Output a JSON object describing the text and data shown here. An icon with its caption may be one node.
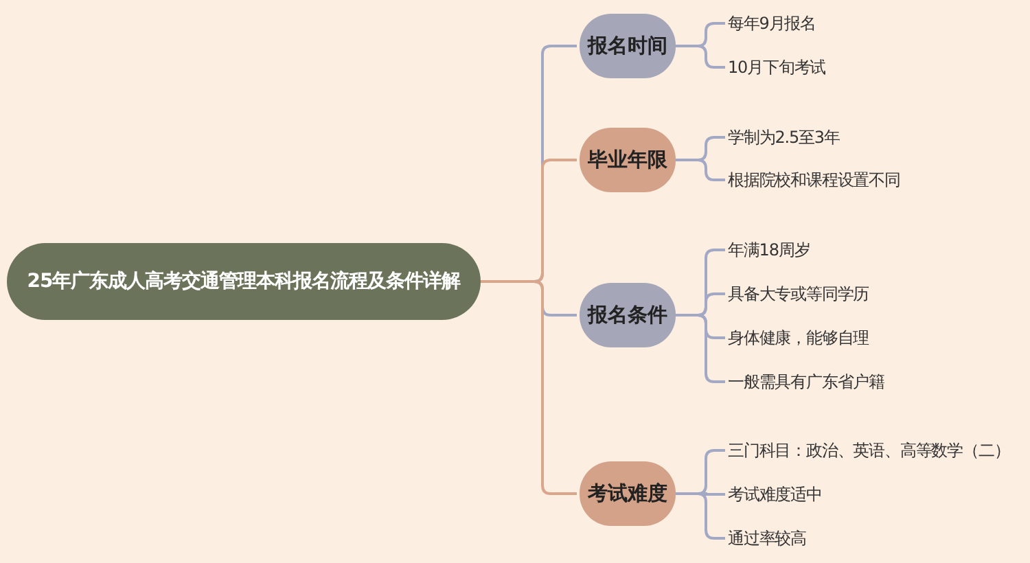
{
  "diagram": {
    "nodes": [
      {
        "text": [
          "25年广东成人高考交通管理本科报名流程及条件详解"
        ]
      },
      {
        "text": [
          "报名时间"
        ]
      },
      {
        "text": [
          "毕业年限"
        ]
      },
      {
        "text": [
          "报名条件"
        ]
      },
      {
        "text": [
          "考试难度"
        ]
      },
      {
        "text": [
          "每年9月报名"
        ]
      },
      {
        "text": [
          "10月下旬考试"
        ]
      },
      {
        "text": [
          "学制为2.5至3年"
        ]
      },
      {
        "text": [
          "根据院校和课程设置不同"
        ]
      },
      {
        "text": [
          "年满18周岁"
        ]
      },
      {
        "text": [
          "具备大专或等同学历"
        ]
      },
      {
        "text": [
          "身体健康，能够自理"
        ]
      },
      {
        "text": [
          "一般需具有广东省户籍"
        ]
      },
      {
        "text": [
          "三门科目：政治、英语、高等数学（二）"
        ]
      },
      {
        "text": [
          "考试难度适中"
        ]
      },
      {
        "text": [
          "通过率较高"
        ]
      }
    ],
    "edges": [
      {
        "from": 0,
        "to": 1,
        "arrow": "none"
      },
      {
        "from": 0,
        "to": 2,
        "arrow": "none",
        "color": "#d9a68c"
      },
      {
        "from": 0,
        "to": 3,
        "arrow": "none"
      },
      {
        "from": 0,
        "to": 4,
        "arrow": "none",
        "color": "#d9a68c"
      },
      {
        "from": 1,
        "to": 5,
        "arrow": "none"
      },
      {
        "from": 1,
        "to": 6,
        "arrow": "none"
      },
      {
        "from": 2,
        "to": 7,
        "arrow": "none"
      },
      {
        "from": 2,
        "to": 8,
        "arrow": "none"
      },
      {
        "from": 3,
        "to": 9,
        "arrow": "none"
      },
      {
        "from": 3,
        "to": 10,
        "arrow": "none"
      },
      {
        "from": 3,
        "to": 11,
        "arrow": "none"
      },
      {
        "from": 3,
        "to": 12,
        "arrow": "none"
      },
      {
        "from": 4,
        "to": 13,
        "arrow": "none"
      },
      {
        "from": 4,
        "to": 14,
        "arrow": "none"
      },
      {
        "from": 4,
        "to": 15,
        "arrow": "none"
      }
    ]
  }
}
